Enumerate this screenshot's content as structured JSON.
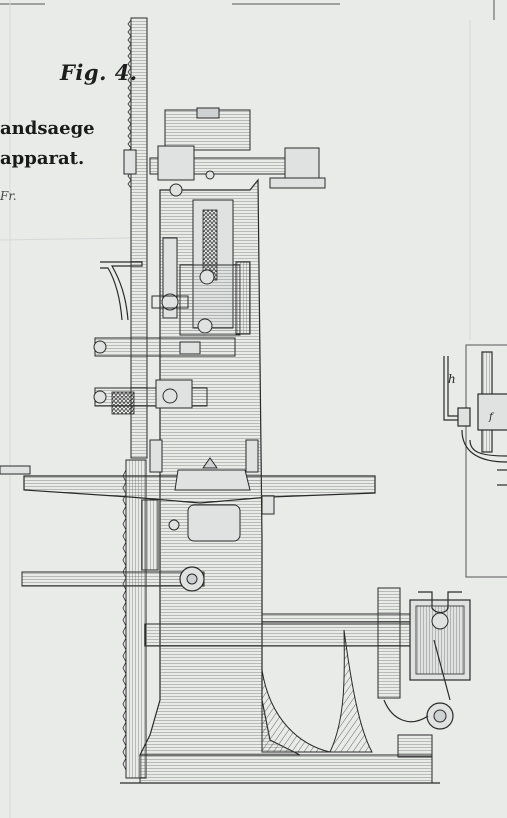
{
  "figure": {
    "label": "Fig. 4.",
    "title_line1": "andsaege",
    "title_line2": "apparat.",
    "subtitle": "Fr.",
    "part_label_h": "h",
    "part_label_f": "f"
  },
  "colors": {
    "paper": "#e9ebe9",
    "ink": "#2a2a2a",
    "hatch": "#6b6b6b",
    "shade": "#cfd2d2"
  }
}
